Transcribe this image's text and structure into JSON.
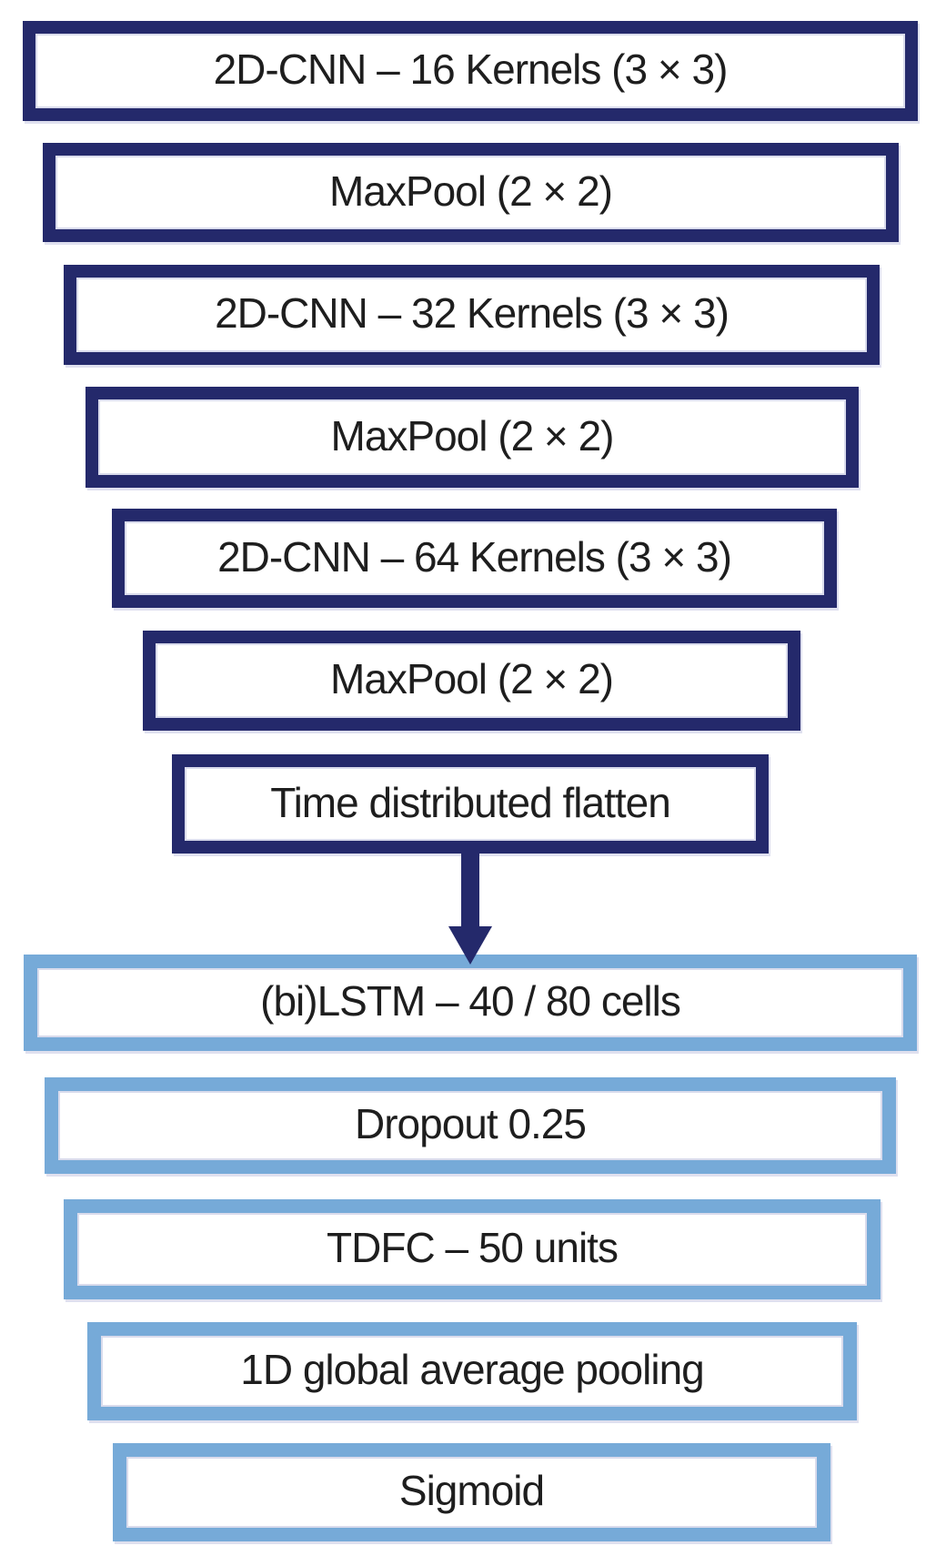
{
  "colors": {
    "navy": "#24296B",
    "light_blue": "#76AAD8",
    "text": "#1E1E1E",
    "background": "#FFFFFF",
    "edge_highlight": "#D9DBEC"
  },
  "diagram": {
    "cnn_layers": [
      {
        "label": "2D-CNN – 16 Kernels (3 × 3)"
      },
      {
        "label": "MaxPool (2 × 2)"
      },
      {
        "label": "2D-CNN – 32 Kernels (3 × 3)"
      },
      {
        "label": "MaxPool (2 × 2)"
      },
      {
        "label": "2D-CNN – 64 Kernels (3 × 3)"
      },
      {
        "label": "MaxPool (2 × 2)"
      },
      {
        "label": "Time distributed flatten"
      }
    ],
    "rnn_layers": [
      {
        "label": "(bi)LSTM – 40 / 80 cells"
      },
      {
        "label": "Dropout 0.25"
      },
      {
        "label": "TDFC – 50 units"
      },
      {
        "label": "1D global average pooling"
      },
      {
        "label": "Sigmoid"
      }
    ],
    "arrow": {
      "name": "down-arrow",
      "direction": "down"
    }
  }
}
